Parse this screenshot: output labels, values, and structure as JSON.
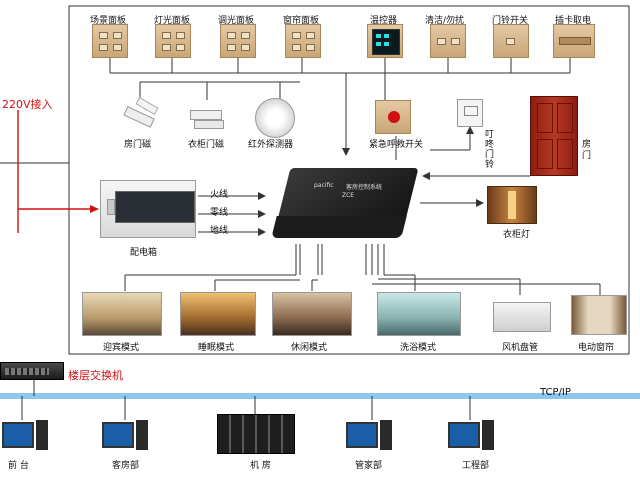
{
  "panels": {
    "scene": "场景面板",
    "light": "灯光面板",
    "dimmer": "调光面板",
    "curtain": "窗帘面板",
    "thermostat": "温控器",
    "dnd": "清洁/勿扰",
    "doorbell_switch": "门铃开关",
    "card_switch": "插卡取电"
  },
  "sensors": {
    "door_magnet": "房门磁",
    "wardrobe_magnet": "衣柜门磁",
    "ir_detector": "红外探测器",
    "emergency": "紧急呼救开关",
    "doorbell": "叮咚门铃",
    "room_door": "房门"
  },
  "power": {
    "input": "220V接入",
    "box": "配电箱",
    "fire": "火线",
    "neutral": "零线",
    "ground": "地线"
  },
  "controller": {
    "brand": "pacific",
    "text": "客房控制系统",
    "model": "ZCE"
  },
  "wardrobe_light": "衣柜灯",
  "modes": [
    "迎宾模式",
    "睡眠模式",
    "休闲模式",
    "洗浴模式",
    "风机盘管",
    "电动窗帘"
  ],
  "network": {
    "switch": "楼层交换机",
    "protocol": "TCP/IP",
    "nodes": [
      "前 台",
      "客房部",
      "机 房",
      "管家部",
      "工程部"
    ]
  },
  "colors": {
    "red": "#d01010",
    "network_line": "#8ec6ee",
    "panel": "#d7b88c"
  }
}
